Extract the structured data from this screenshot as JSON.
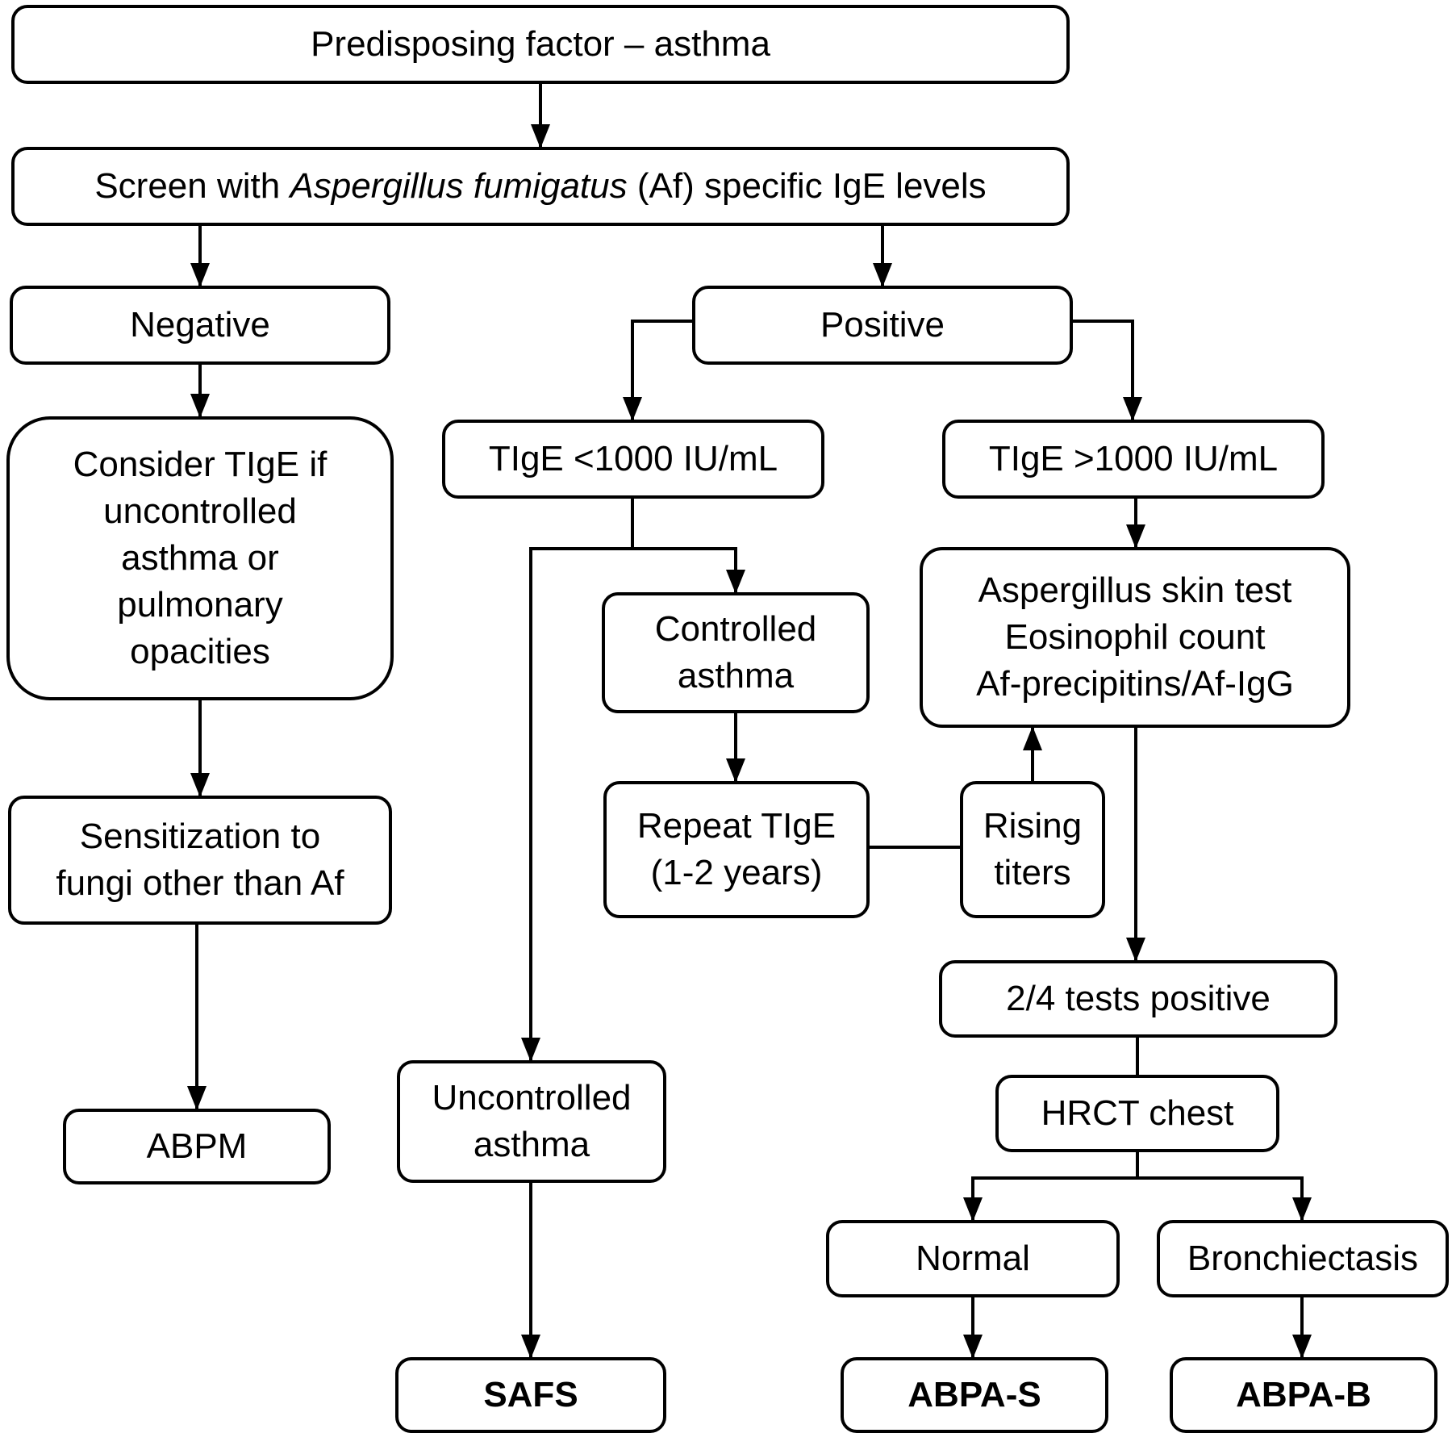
{
  "diagram": {
    "colors": {
      "line": "#000000",
      "box_fill": "#ffffff",
      "text": "#000000"
    },
    "nodes": {
      "predisposing": "Predisposing factor – asthma",
      "screen": {
        "prefix": "Screen with ",
        "organism": "Aspergillus fumigatus",
        "suffix": " (Af) specific IgE levels"
      },
      "negative": "Negative",
      "positive": "Positive",
      "consider_tige": "Consider TIgE if\nuncontrolled\nasthma or\npulmonary\nopacities",
      "tige_low": "TIgE <1000 IU/mL",
      "tige_high": "TIgE >1000 IU/mL",
      "controlled_asthma": "Controlled\nasthma",
      "tests": "Aspergillus skin test\nEosinophil count\nAf-precipitins/Af-IgG",
      "sensitization": "Sensitization to\nfungi other than Af",
      "repeat_tige": "Repeat TIgE\n(1-2 years)",
      "rising_titers": "Rising\ntiters",
      "two_of_four": "2/4 tests positive",
      "abpm": "ABPM",
      "uncontrolled_asthma": "Uncontrolled\nasthma",
      "hrct": "HRCT chest",
      "normal": "Normal",
      "bronchiectasis": "Bronchiectasis",
      "safs": "SAFS",
      "abpa_s": "ABPA-S",
      "abpa_b": "ABPA-B"
    }
  }
}
